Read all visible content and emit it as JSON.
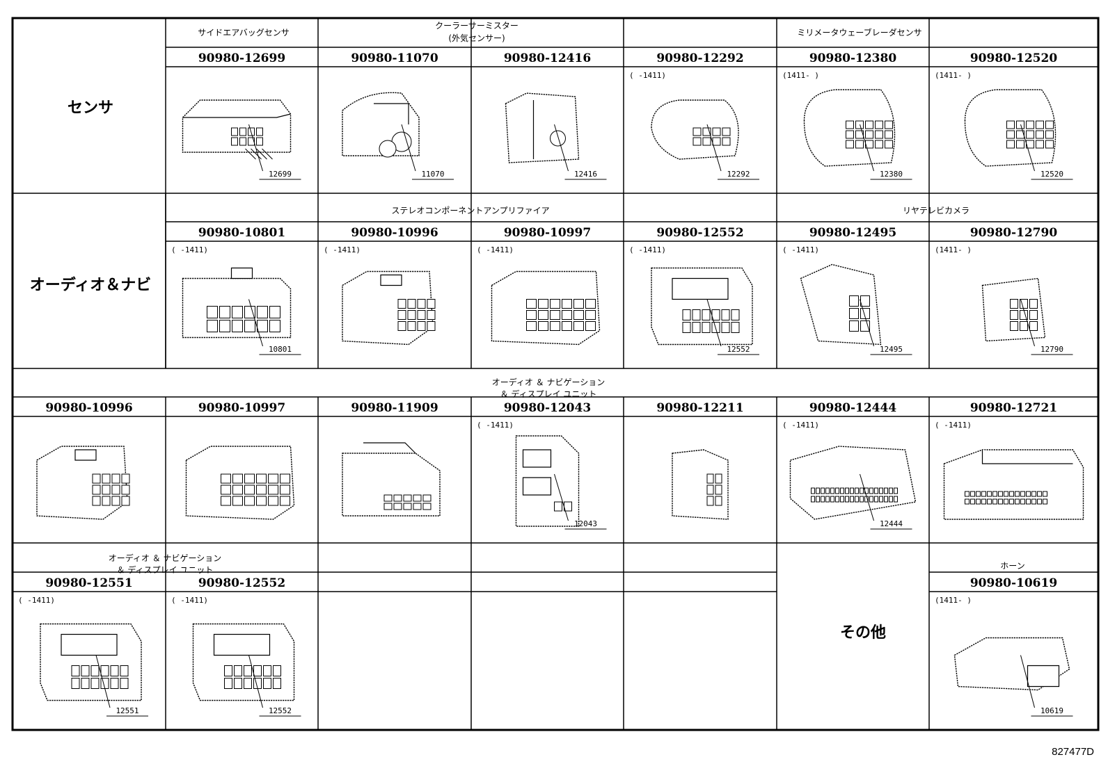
{
  "diagram_code": "827477D",
  "rows": [
    {
      "category": "センサ",
      "groups": [
        "サイドエアバッグセンサ",
        "クーラーサーミスター",
        "(外気センサー)",
        "ミリメータウェーブレーダセンサ"
      ],
      "parts": [
        {
          "pn": "90980-12699",
          "label": "12699",
          "range": "",
          "shape": "sensor-long"
        },
        {
          "pn": "90980-11070",
          "label": "11070",
          "range": "",
          "shape": "thermistor"
        },
        {
          "pn": "90980-12416",
          "label": "12416",
          "range": "",
          "shape": "sensor-small"
        },
        {
          "pn": "90980-12292",
          "label": "12292",
          "range": "(    -1411)",
          "shape": "radar"
        },
        {
          "pn": "90980-12380",
          "label": "12380",
          "range": "(1411-     )",
          "shape": "radar-large"
        },
        {
          "pn": "90980-12520",
          "label": "12520",
          "range": "(1411-     )",
          "shape": "radar-large"
        }
      ]
    },
    {
      "category": "オーディオ＆ナビ",
      "groups": [
        "ステレオコンポーネントアンプリファイア",
        "リヤテレビカメラ"
      ],
      "parts": [
        {
          "pn": "90980-10801",
          "label": "10801",
          "range": "(    -1411)",
          "shape": "box-12"
        },
        {
          "pn": "90980-10996",
          "label": "",
          "range": "(    -1411)",
          "shape": "box-8"
        },
        {
          "pn": "90980-10997",
          "label": "",
          "range": "(    -1411)",
          "shape": "box-16"
        },
        {
          "pn": "90980-12552",
          "label": "12552",
          "range": "(    -1411)",
          "shape": "hooded"
        },
        {
          "pn": "90980-12495",
          "label": "12495",
          "range": "(    -1411)",
          "shape": "camera"
        },
        {
          "pn": "90980-12790",
          "label": "12790",
          "range": "(1411-     )",
          "shape": "small-6"
        }
      ]
    },
    {
      "category": "",
      "groups": [
        "オーディオ ＆ ナビゲーション",
        "＆ ディスプレイ ユニット"
      ],
      "parts": [
        {
          "pn": "90980-10996",
          "label": "",
          "range": "",
          "shape": "box-8"
        },
        {
          "pn": "90980-10997",
          "label": "",
          "range": "",
          "shape": "box-16"
        },
        {
          "pn": "90980-11909",
          "label": "",
          "range": "",
          "shape": "latch"
        },
        {
          "pn": "90980-12043",
          "label": "12043",
          "range": "(    -1411)",
          "shape": "tall"
        },
        {
          "pn": "90980-12211",
          "label": "",
          "range": "",
          "shape": "narrow"
        },
        {
          "pn": "90980-12444",
          "label": "12444",
          "range": "(    -1411)",
          "shape": "wide"
        },
        {
          "pn": "90980-12721",
          "label": "",
          "range": "(    -1411)",
          "shape": "wide-flat"
        }
      ]
    },
    {
      "category": "その他",
      "groups": [
        "オーディオ ＆ ナビゲーション",
        "＆ ディスプレイ ユニット",
        "ホーン"
      ],
      "parts": [
        {
          "pn": "90980-12551",
          "label": "12551",
          "range": "(    -1411)",
          "shape": "hooded"
        },
        {
          "pn": "90980-12552",
          "label": "12552",
          "range": "(    -1411)",
          "shape": "hooded"
        },
        {
          "pn": "90980-10619",
          "label": "10619",
          "range": "(1411-     )",
          "shape": "horn"
        }
      ]
    }
  ]
}
